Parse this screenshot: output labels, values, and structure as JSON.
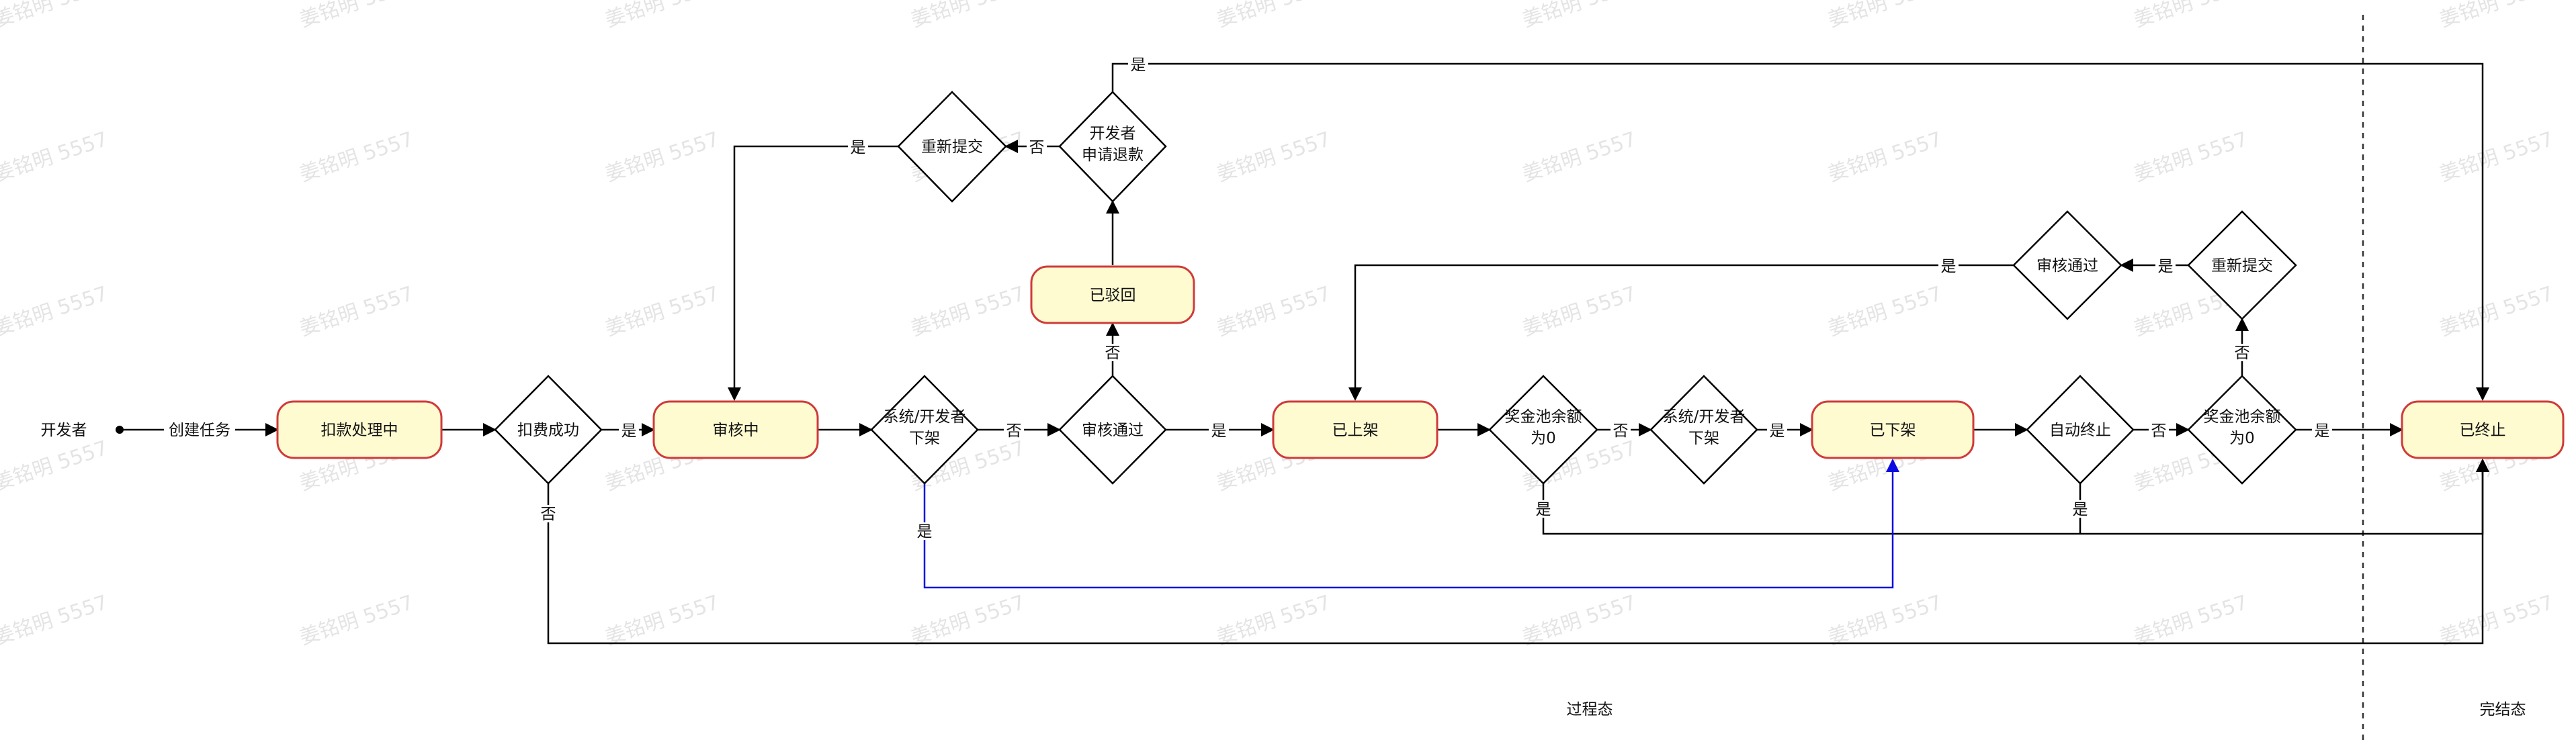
{
  "watermark": "姜铭明 5557",
  "actor": "开发者",
  "nodes": {
    "kouKuan": "扣款处理中",
    "kouFei": "扣费成功",
    "shenHe": "审核中",
    "xiaJia1": "系统/开发者\n下架",
    "shenHeTongGuo1": "审核通过",
    "boHui": "已驳回",
    "tuiKuan": "开发者\n申请退款",
    "chongXin1": "重新提交",
    "shangJia": "已上架",
    "jiangJin1": "奖金池余额\n为0",
    "xiaJia2": "系统/开发者\n下架",
    "yiXiaJia": "已下架",
    "ziDong": "自动终止",
    "jiangJin2": "奖金池余额\n为0",
    "chongXin2": "重新提交",
    "shenHeTongGuo2": "审核通过",
    "zhongZhi": "已终止"
  },
  "edge_labels": {
    "create": "创建任务",
    "yes": "是",
    "no": "否"
  },
  "zones": {
    "process": "过程态",
    "final": "完结态"
  },
  "colors": {
    "state_fill": "#fffbd1",
    "state_stroke": "#d03a3a",
    "blue_edge": "#0b0be0"
  }
}
